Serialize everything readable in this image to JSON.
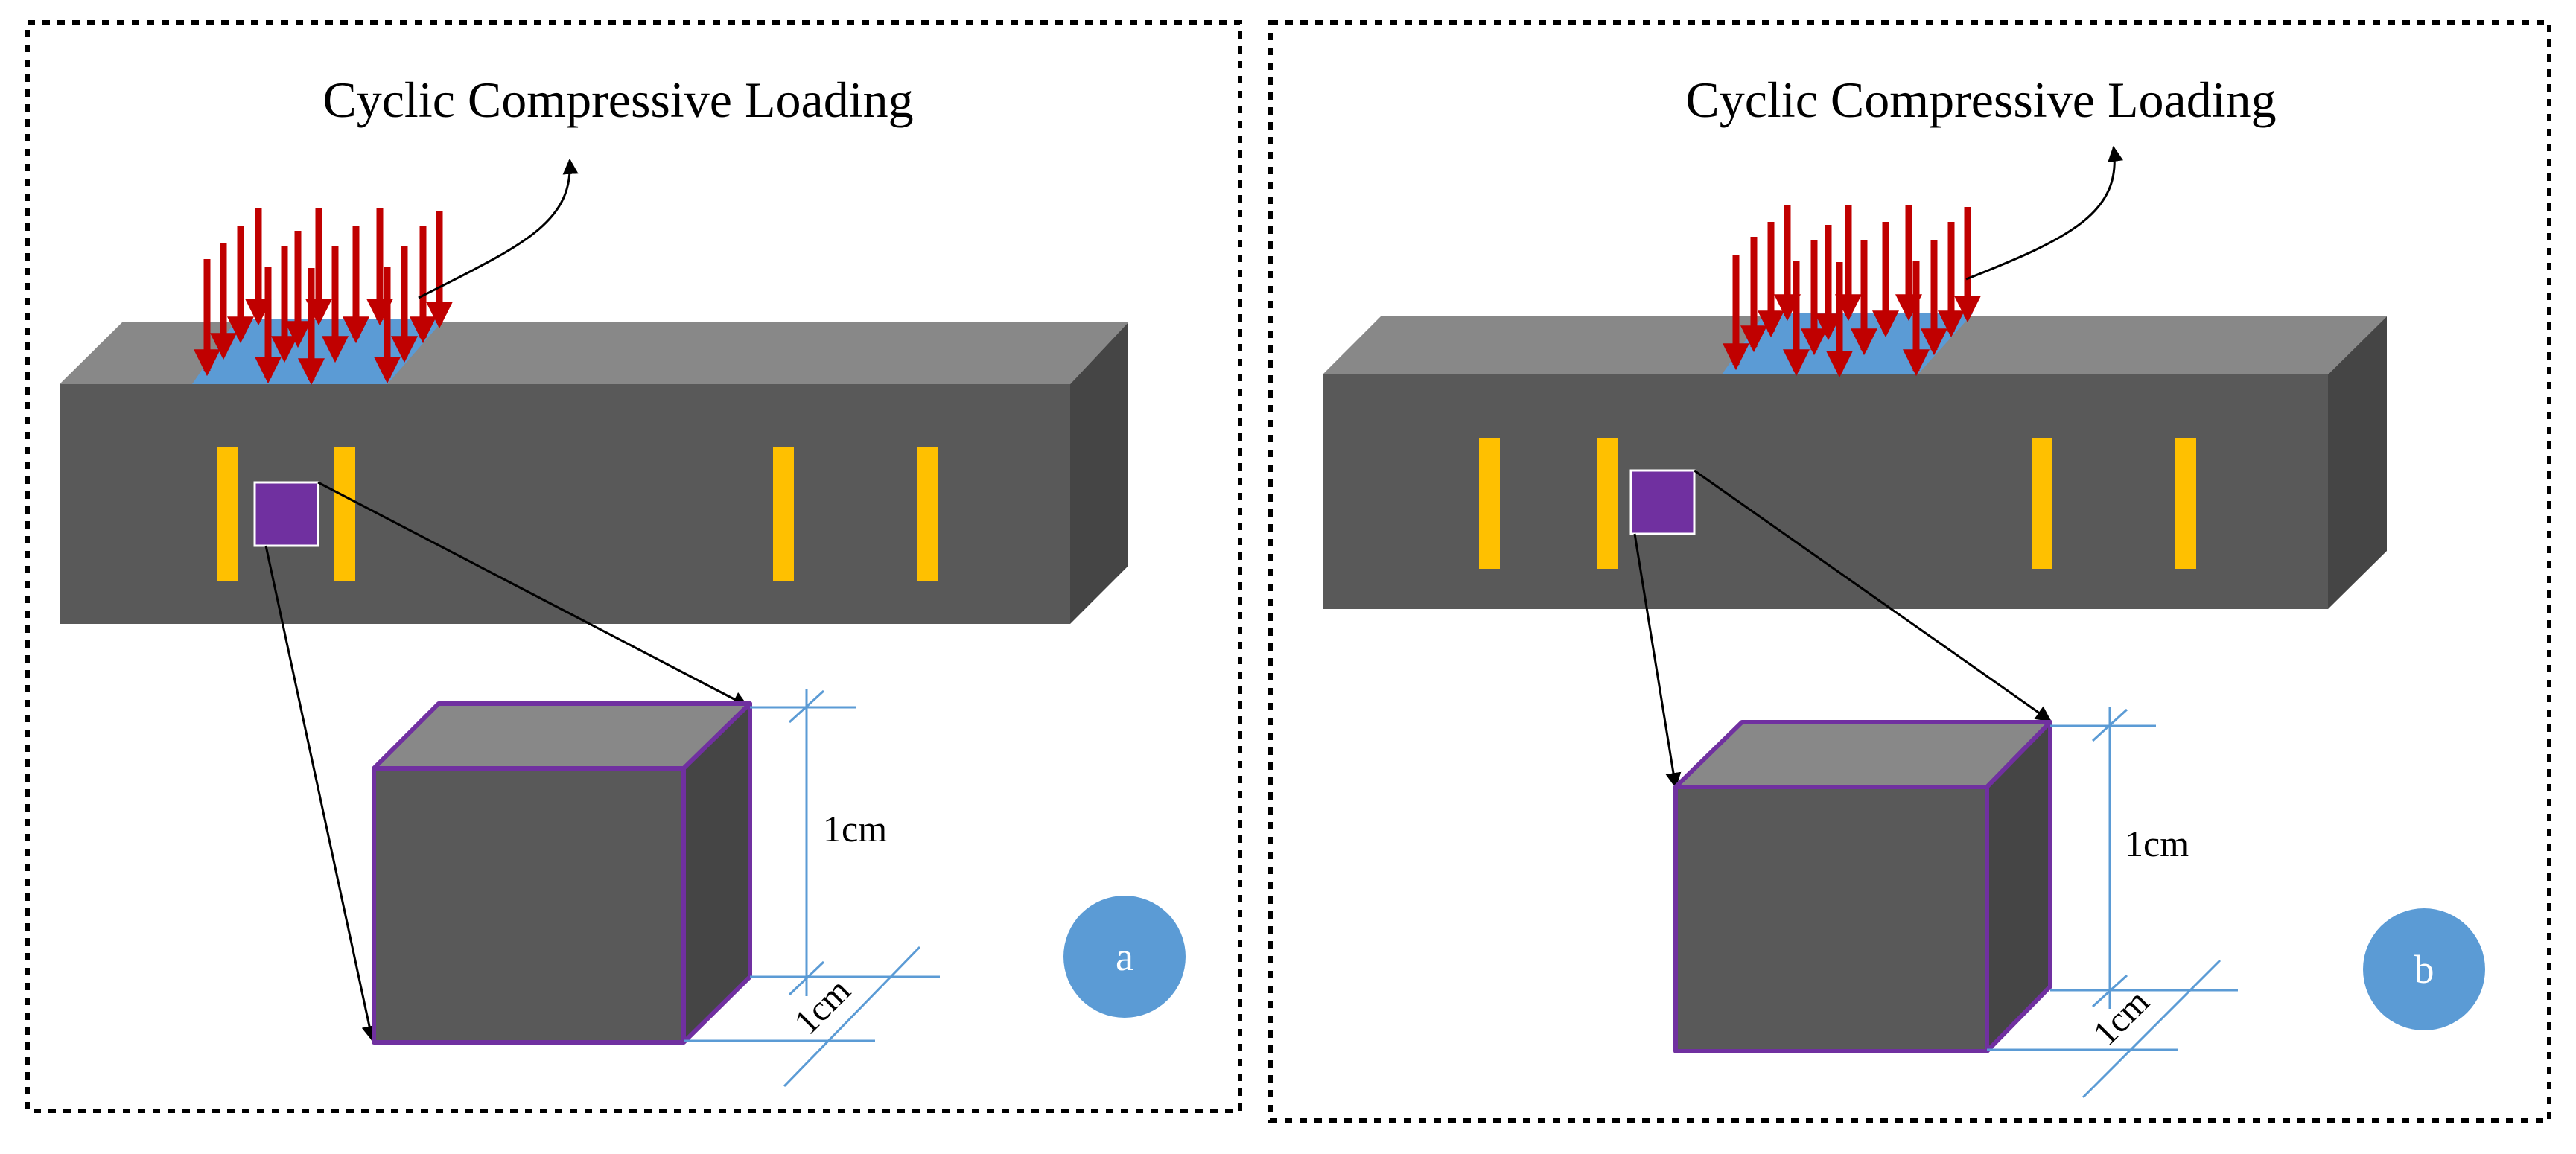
{
  "panels": [
    {
      "id": "a",
      "title": "Cyclic Compressive Loading",
      "badge": "a",
      "dim_height": "1cm",
      "dim_depth": "1cm"
    },
    {
      "id": "b",
      "title": "Cyclic Compressive Loading",
      "badge": "b",
      "dim_height": "1cm",
      "dim_depth": "1cm"
    }
  ],
  "colors": {
    "beam_front": "#595959",
    "beam_top": "#888888",
    "beam_side": "#454545",
    "load_arrows": "#c00000",
    "load_plate": "#5b9bd5",
    "reinforcement": "#ffc000",
    "specimen": "#7030a0",
    "dimension_lines": "#5b9bd5",
    "badge": "#5b9bd5"
  }
}
